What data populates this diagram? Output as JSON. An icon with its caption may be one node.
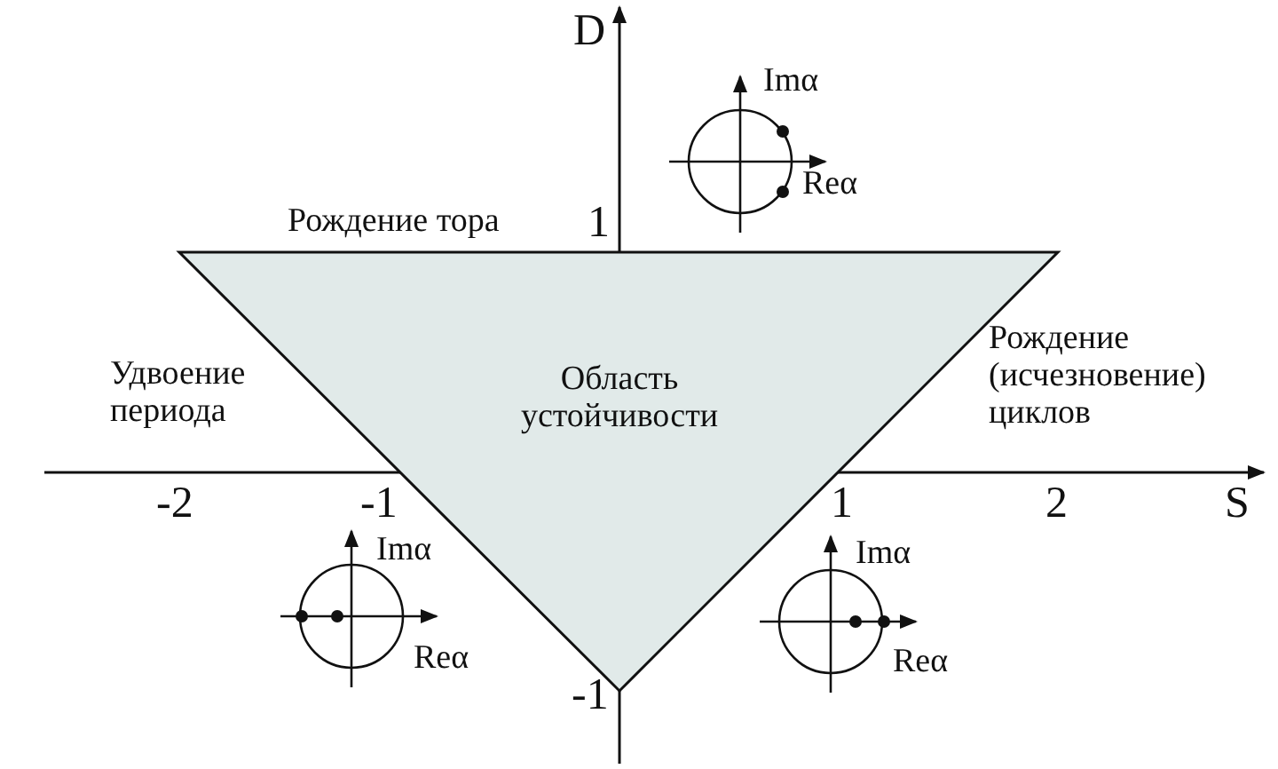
{
  "diagram": {
    "nodes": [
      {
        "text": [
          "Область устойчивости"
        ]
      }
    ],
    "labels": [
      "D",
      "Imα",
      "Reα",
      "Рождение тора",
      "1",
      "Удвоение периода",
      "Рождение (исчезновение) циклов",
      "-2",
      "-1",
      "1",
      "2",
      "S",
      "Imα",
      "Reα",
      "Imα",
      "Reα",
      "-1"
    ]
  }
}
